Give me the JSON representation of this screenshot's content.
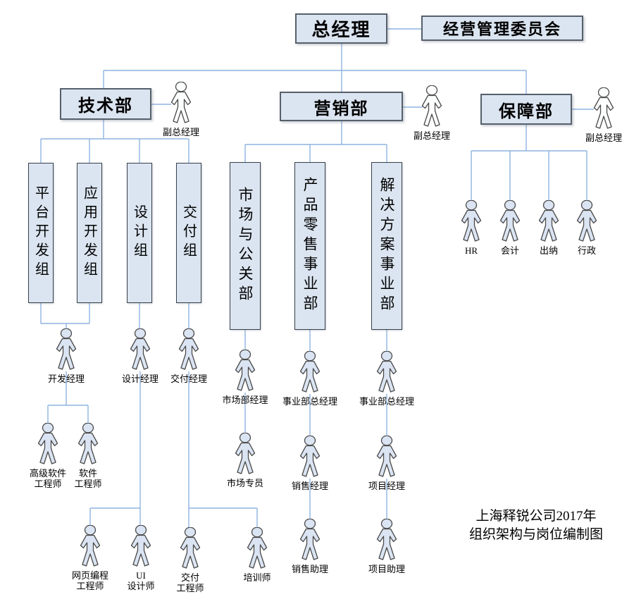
{
  "caption": {
    "line1": "上海释锐公司2017年",
    "line2": "组织架构与岗位编制图"
  },
  "boxes": {
    "gm": "总经理",
    "committee": "经营管理委员会",
    "dept_tech": "技术部",
    "dept_marketing": "营销部",
    "dept_support": "保障部",
    "group_platform_dev": "平台开发组",
    "group_app_dev": "应用开发组",
    "group_design": "设计组",
    "group_delivery": "交付组",
    "dept_market_pr": "市场与公关部",
    "dept_product_retail": "产品零售事业部",
    "dept_solution": "解决方案事业部"
  },
  "persons": [
    {
      "id": "deputy-gm-tech",
      "label": "副总经理"
    },
    {
      "id": "deputy-gm-marketing",
      "label": "副总经理"
    },
    {
      "id": "deputy-gm-support",
      "label": "副总经理"
    },
    {
      "id": "hr",
      "label": "HR"
    },
    {
      "id": "accountant",
      "label": "会计"
    },
    {
      "id": "cashier",
      "label": "出纳"
    },
    {
      "id": "admin",
      "label": "行政"
    },
    {
      "id": "dev-manager",
      "label": "开发经理"
    },
    {
      "id": "design-manager",
      "label": "设计经理"
    },
    {
      "id": "delivery-manager",
      "label": "交付经理"
    },
    {
      "id": "senior-software-engineer",
      "label": "高级软件\n工程师"
    },
    {
      "id": "software-engineer",
      "label": "软件\n工程师"
    },
    {
      "id": "web-programmer",
      "label": "网页编程\n工程师"
    },
    {
      "id": "ui-designer",
      "label": "UI\n设计师"
    },
    {
      "id": "delivery-engineer",
      "label": "交付\n工程师"
    },
    {
      "id": "trainer",
      "label": "培训师"
    },
    {
      "id": "market-dept-manager",
      "label": "市场部经理"
    },
    {
      "id": "market-specialist",
      "label": "市场专员"
    },
    {
      "id": "bu-gm-retail",
      "label": "事业部总经理"
    },
    {
      "id": "sales-manager",
      "label": "销售经理"
    },
    {
      "id": "sales-assistant",
      "label": "销售助理"
    },
    {
      "id": "bu-gm-solution",
      "label": "事业部总经理"
    },
    {
      "id": "project-manager",
      "label": "项目经理"
    },
    {
      "id": "project-assistant",
      "label": "项目助理"
    }
  ],
  "colors": {
    "line": "#8eb3e0",
    "box_fill": "#dbe5f1",
    "box_border": "#55606b",
    "person_fill": "#dbe4f2",
    "person_light": "#fdfefe",
    "person_stroke": "#4a4a4a",
    "text": "#000000"
  }
}
